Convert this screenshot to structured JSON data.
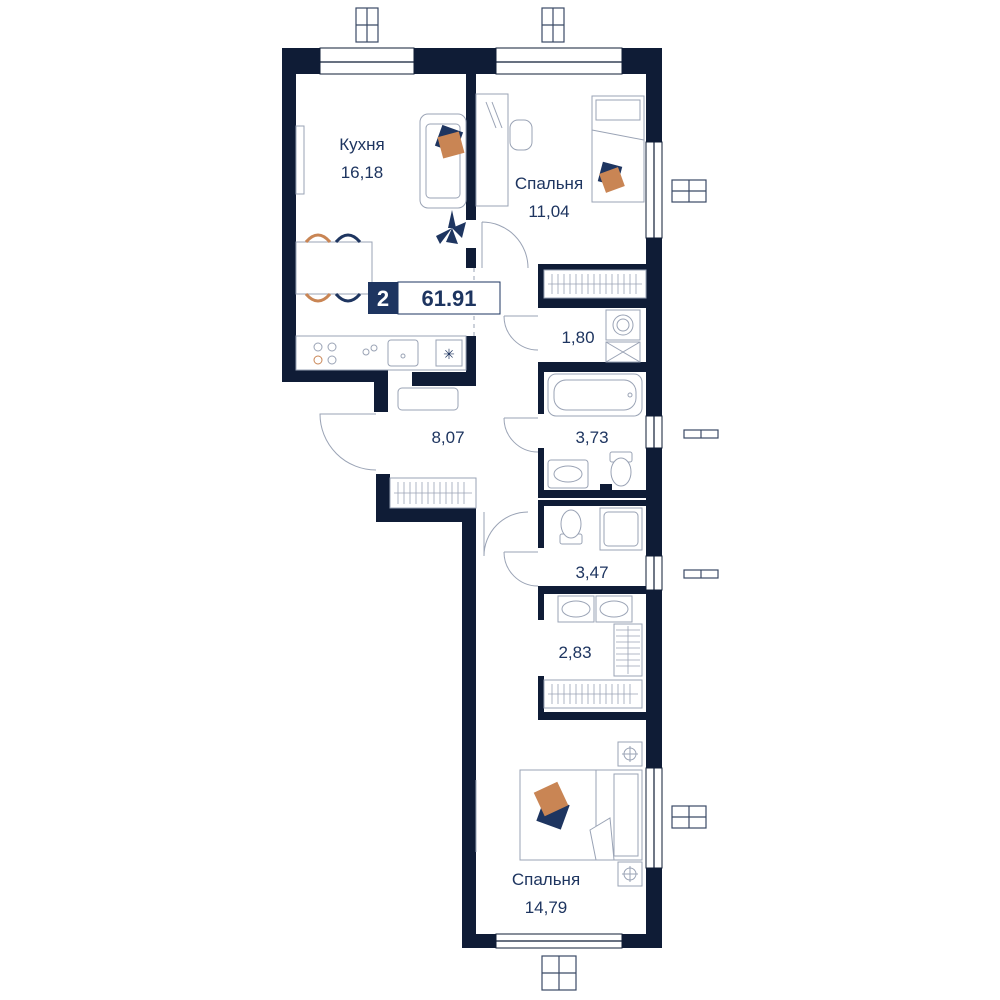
{
  "colors": {
    "wall": "#0f1c36",
    "text": "#1e3560",
    "accent_orange": "#c98554",
    "accent_navy": "#1e3560",
    "fixture_line": "#9aa3b5"
  },
  "badge": {
    "rooms": "2",
    "total_area": "61.91"
  },
  "rooms": {
    "kitchen": {
      "name": "Кухня",
      "area": "16,18"
    },
    "bedroom_top": {
      "name": "Спальня",
      "area": "11,04"
    },
    "storage_small": {
      "area": "1,80"
    },
    "hall": {
      "area": "8,07"
    },
    "bath": {
      "area": "3,73"
    },
    "wc": {
      "area": "3,47"
    },
    "closet": {
      "area": "2,83"
    },
    "bedroom_bottom": {
      "name": "Спальня",
      "area": "14,79"
    }
  },
  "icons": {
    "compass": "compass-icon",
    "washer": "washing-machine-icon",
    "bed": "bed-icon",
    "sink": "sink-icon",
    "toilet": "toilet-icon",
    "stove": "stove-icon"
  }
}
